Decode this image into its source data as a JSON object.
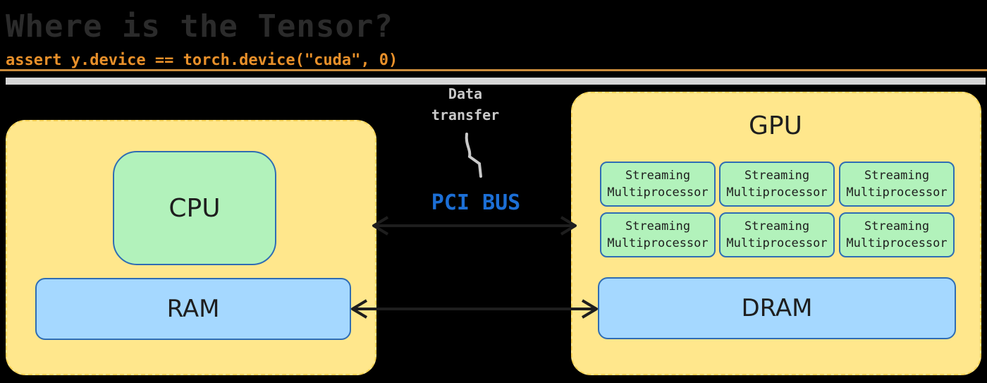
{
  "header": {
    "title": "Where is the Tensor?",
    "code": "assert y.device == torch.device(\"cuda\", 0)"
  },
  "host": {
    "cpu_label": "CPU",
    "ram_label": "RAM"
  },
  "gpu": {
    "label": "GPU",
    "dram_label": "DRAM",
    "sm_units": [
      {
        "line1": "Streaming",
        "line2": "Multiprocessor"
      },
      {
        "line1": "Streaming",
        "line2": "Multiprocessor"
      },
      {
        "line1": "Streaming",
        "line2": "Multiprocessor"
      },
      {
        "line1": "Streaming",
        "line2": "Multiprocessor"
      },
      {
        "line1": "Streaming",
        "line2": "Multiprocessor"
      },
      {
        "line1": "Streaming",
        "line2": "Multiprocessor"
      }
    ]
  },
  "bus": {
    "note": "Data\ntransfer",
    "pci_label": "PCI BUS"
  },
  "colors": {
    "container_fill": "#ffe78c",
    "sm_fill": "#b2f2bb",
    "memory_fill": "#a5d8ff",
    "border": "#2f6db4",
    "pci_text": "#1c6fd6",
    "code_text": "#e8902a"
  }
}
